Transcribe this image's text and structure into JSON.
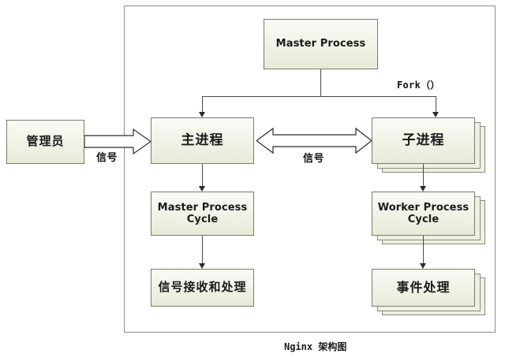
{
  "diagram": {
    "caption_latin": "Nginx",
    "caption_cn": "架构图",
    "container_name": "nginx-architecture-group"
  },
  "nodes": {
    "admin": {
      "label": "管理员"
    },
    "master_process": {
      "label": "Master Process"
    },
    "main_process": {
      "label": "主进程"
    },
    "child_process": {
      "label": "子进程"
    },
    "master_process_cycle": {
      "label": "Master Process Cycle"
    },
    "worker_process_cycle": {
      "label": "Worker Process Cycle"
    },
    "signal_receive_handle": {
      "label": "信号接收和处理"
    },
    "event_handle": {
      "label": "事件处理"
    }
  },
  "edges": {
    "admin_to_main": {
      "label": "信号"
    },
    "main_to_child": {
      "label": "信号"
    },
    "fork": {
      "label": "Fork（）"
    }
  },
  "colors": {
    "node_fill_top": "#fbfbf7",
    "node_fill_bottom": "#e7ead6",
    "node_border": "#7a7a6e",
    "stack_fill": "#eef0e2",
    "line": "#4a4a4a",
    "container_border": "#8c8c8c",
    "text": "#1a1a1a",
    "background": "#ffffff"
  }
}
